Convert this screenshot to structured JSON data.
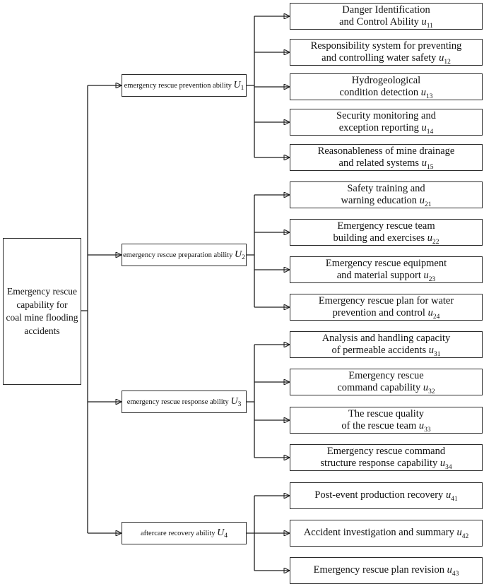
{
  "colors": {
    "background": "#ffffff",
    "line": "#1c1c1c",
    "box_border": "#2b2b2b",
    "text": "#111111"
  },
  "root": {
    "label": "Emergency rescue\ncapability for\ncoal mine flooding\naccidents"
  },
  "groups": [
    {
      "parent": {
        "text": "emergency rescue prevention ability",
        "symbol": "U",
        "sub": "1"
      },
      "leaves": [
        {
          "line1": "Danger Identification",
          "line2": "and Control Ability",
          "symbol": "u",
          "sub": "11"
        },
        {
          "line1": "Responsibility system for preventing",
          "line2": "and controlling water safety",
          "symbol": "u",
          "sub": "12"
        },
        {
          "line1": "Hydrogeological",
          "line2": "condition detection",
          "symbol": "u",
          "sub": "13"
        },
        {
          "line1": "Security monitoring and",
          "line2": "exception reporting",
          "symbol": "u",
          "sub": "14"
        },
        {
          "line1": "Reasonableness of mine drainage",
          "line2": "and related systems",
          "symbol": "u",
          "sub": "15"
        }
      ]
    },
    {
      "parent": {
        "text": "emergency rescue preparation ability",
        "symbol": "U",
        "sub": "2"
      },
      "leaves": [
        {
          "line1": "Safety training and",
          "line2": "warning education",
          "symbol": "u",
          "sub": "21"
        },
        {
          "line1": "Emergency rescue team",
          "line2": "building and exercises",
          "symbol": "u",
          "sub": "22"
        },
        {
          "line1": "Emergency rescue equipment",
          "line2": "and material support",
          "symbol": "u",
          "sub": "23"
        },
        {
          "line1": "Emergency rescue plan for water",
          "line2": "prevention and control",
          "symbol": "u",
          "sub": "24"
        }
      ]
    },
    {
      "parent": {
        "text": "emergency rescue response ability",
        "symbol": "U",
        "sub": "3"
      },
      "leaves": [
        {
          "line1": "Analysis and handling capacity",
          "line2": "of permeable accidents",
          "symbol": "u",
          "sub": "31"
        },
        {
          "line1": "Emergency rescue",
          "line2": "command capability",
          "symbol": "u",
          "sub": "32"
        },
        {
          "line1": "The rescue quality",
          "line2": "of the rescue team",
          "symbol": "u",
          "sub": "33"
        },
        {
          "line1": "Emergency rescue command",
          "line2": "structure response capability",
          "symbol": "u",
          "sub": "34"
        }
      ]
    },
    {
      "parent": {
        "text": "aftercare recovery ability",
        "symbol": "U",
        "sub": "4"
      },
      "leaves": [
        {
          "line2": "Post-event production recovery",
          "symbol": "u",
          "sub": "41"
        },
        {
          "line2": "Accident investigation and summary",
          "symbol": "u",
          "sub": "42"
        },
        {
          "line2": "Emergency rescue plan revision",
          "symbol": "u",
          "sub": "43"
        }
      ]
    }
  ]
}
